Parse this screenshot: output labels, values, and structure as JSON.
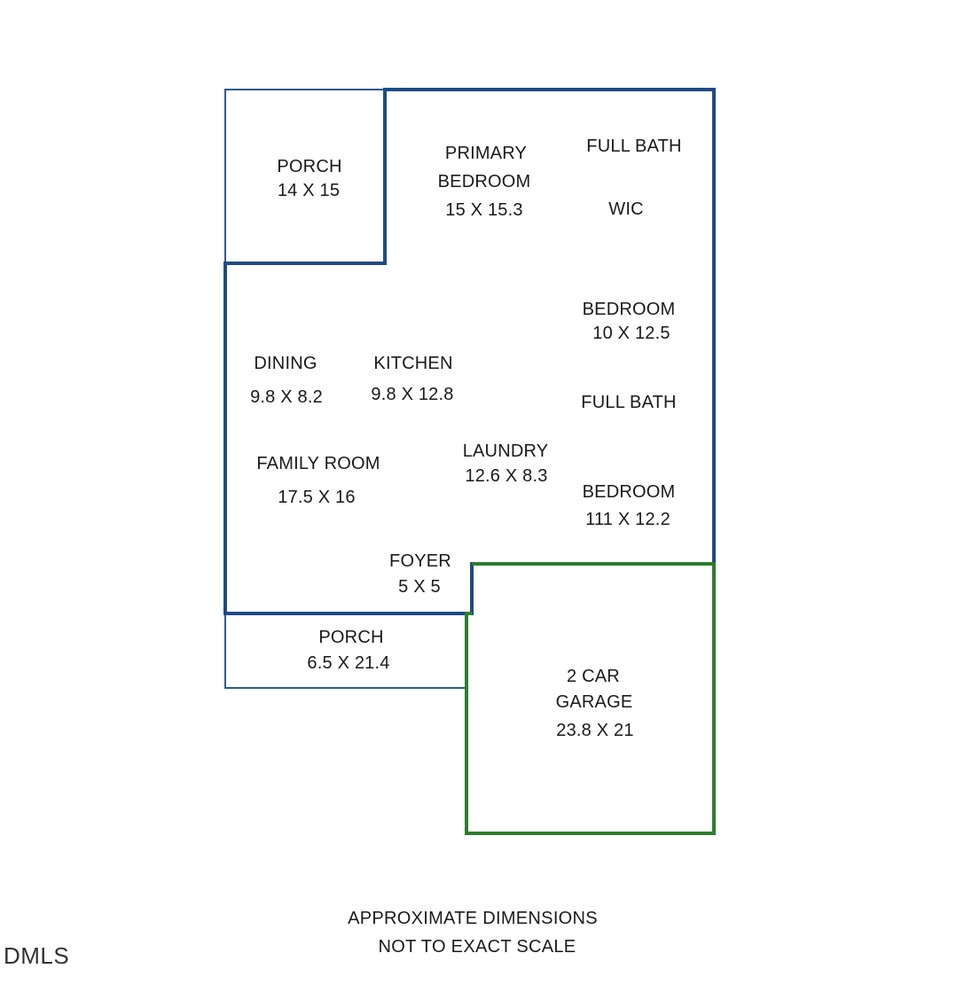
{
  "colors": {
    "main_wall": "#1f4a86",
    "porch_wall": "#2e5a8e",
    "garage_wall": "#2e7d2e",
    "text": "#1a1a1a"
  },
  "rooms": {
    "porch_top": {
      "name": "PORCH",
      "dims": "14 X 15"
    },
    "primary_bedroom": {
      "line1": "PRIMARY",
      "line2": "BEDROOM",
      "dims": "15 X 15.3"
    },
    "full_bath_1": {
      "name": "FULL BATH"
    },
    "wic": {
      "name": "WIC"
    },
    "bedroom_2": {
      "name": "BEDROOM",
      "dims": "10 X 12.5"
    },
    "dining": {
      "name": "DINING",
      "dims": "9.8 X 8.2"
    },
    "kitchen": {
      "name": "KITCHEN",
      "dims": "9.8 X 12.8"
    },
    "full_bath_2": {
      "name": "FULL BATH"
    },
    "family_room": {
      "name": "FAMILY ROOM",
      "dims": "17.5 X 16"
    },
    "laundry": {
      "name": "LAUNDRY",
      "dims": "12.6 X 8.3"
    },
    "bedroom_3": {
      "name": "BEDROOM",
      "dims": "111 X 12.2"
    },
    "foyer": {
      "name": "FOYER",
      "dims": "5 X 5"
    },
    "porch_front": {
      "name": "PORCH",
      "dims": "6.5 X 21.4"
    },
    "garage": {
      "line1": "2 CAR",
      "line2": "GARAGE",
      "dims": "23.8 X 21"
    }
  },
  "footer": {
    "line1": "APPROXIMATE DIMENSIONS",
    "line2": "NOT TO EXACT SCALE"
  },
  "watermark": "DMLS"
}
